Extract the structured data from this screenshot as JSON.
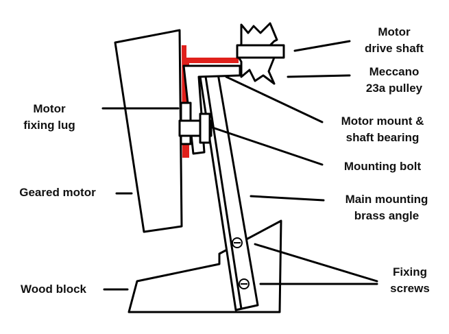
{
  "colors": {
    "outline": "#000000",
    "mount_highlight": "#e0201b",
    "background": "#ffffff"
  },
  "labels": {
    "motor_drive_shaft": [
      "Motor",
      "drive shaft"
    ],
    "meccano_pulley": [
      "Meccano",
      "23a pulley"
    ],
    "motor_fixing_lug": [
      "Motor",
      "fixing lug"
    ],
    "motor_mount": [
      "Motor mount &",
      "shaft bearing"
    ],
    "mounting_bolt": "Mounting bolt",
    "geared_motor": "Geared motor",
    "main_mounting": [
      "Main mounting",
      "brass angle"
    ],
    "fixing_screws": [
      "Fixing",
      "screws"
    ],
    "wood_block": "Wood block"
  }
}
